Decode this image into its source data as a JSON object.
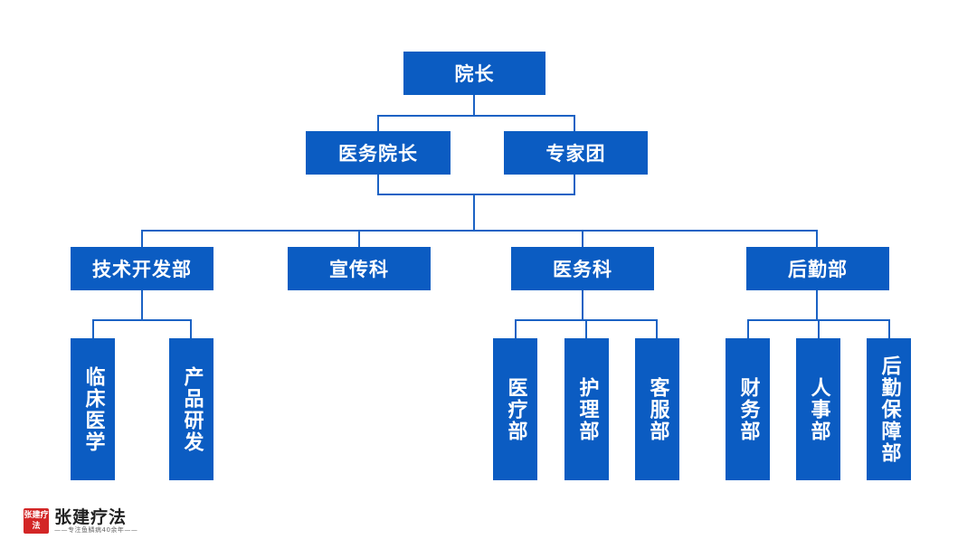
{
  "colors": {
    "box": "#0b5cc2",
    "line": "#1b62c4",
    "logo_seal": "#d32626"
  },
  "org": {
    "root": "院长",
    "level1": {
      "medical_dean": "医务院长",
      "expert_group": "专家团"
    },
    "departments": {
      "tech": "技术开发部",
      "publicity": "宣传科",
      "medical": "医务科",
      "logistics": "后勤部"
    },
    "sub_units": {
      "clinical_medicine": "临床医学",
      "product_rnd": "产品研发",
      "treatment": "医疗部",
      "nursing": "护理部",
      "customer_service": "客服部",
      "finance": "财务部",
      "hr": "人事部",
      "logistics_support": "后勤保障部"
    }
  },
  "logo": {
    "seal_text": "张建疗法",
    "name": "张建疗法",
    "slogan": "——专注鱼鳞病40余年——"
  }
}
